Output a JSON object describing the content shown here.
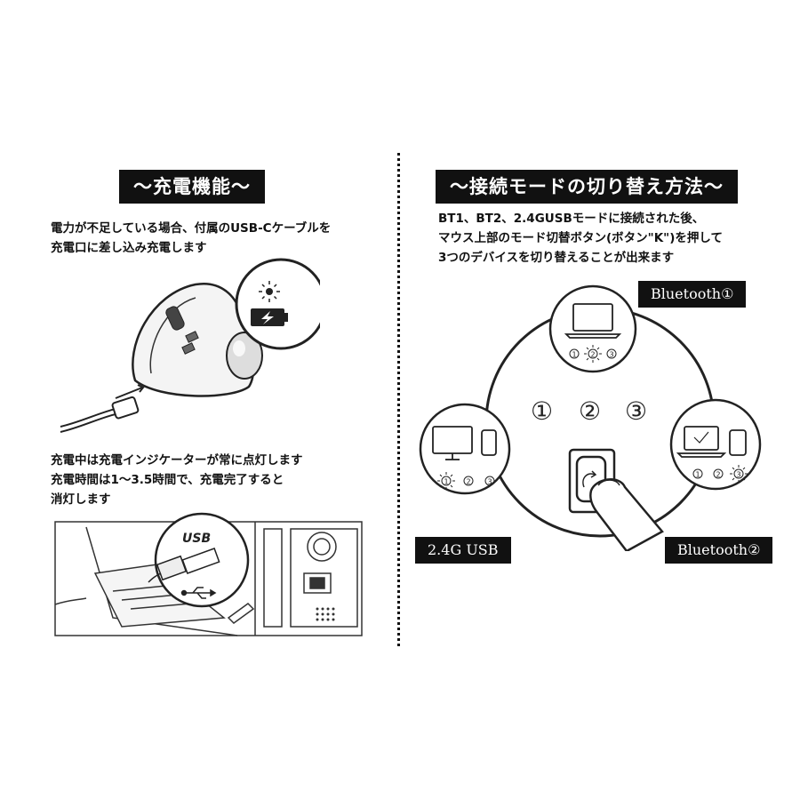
{
  "left": {
    "title": "〜充電機能〜",
    "para1": [
      "電力が不足している場合、付属のUSB-Cケーブルを",
      "充電口に差し込み充電します"
    ],
    "para2": [
      "充電中は充電インジケーターが常に点灯します",
      "充電時間は1〜3.5時間で、充電完了すると",
      "消灯します"
    ],
    "usb_label": "USB"
  },
  "right": {
    "title": "〜接続モードの切り替え方法〜",
    "para": [
      "BT1、BT2、2.4GUSBモードに接続された後、",
      "マウス上部のモード切替ボタン(ボタン\"K\")を押して",
      "3つのデバイスを切り替えることが出来ます"
    ],
    "bluetooth1": "Bluetooth①",
    "bluetooth2": "Bluetooth②",
    "usb24": "2.4G USB",
    "circle_nums": [
      "①",
      "②",
      "③"
    ],
    "small_nums": [
      "1",
      "2",
      "3"
    ]
  }
}
